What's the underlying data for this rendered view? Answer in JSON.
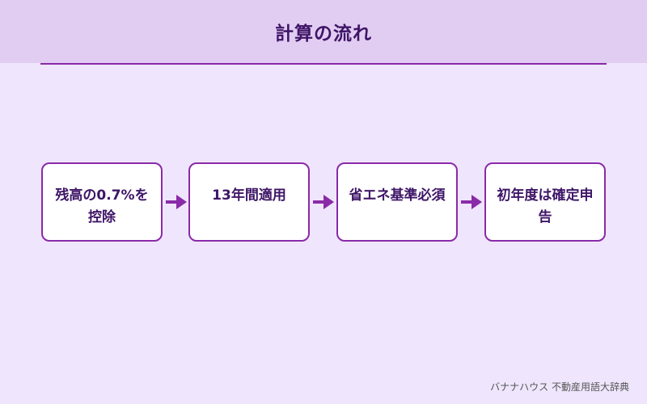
{
  "header": {
    "title": "計算の流れ"
  },
  "flow": {
    "steps": [
      {
        "label": "残高の0.7%を控除"
      },
      {
        "label": "13年間適用"
      },
      {
        "label": "省エネ基準必須"
      },
      {
        "label": "初年度は確定申告"
      }
    ],
    "arrow_icon": "arrow-right-icon"
  },
  "footer": {
    "credit": "バナナハウス 不動産用語大辞典"
  },
  "colors": {
    "background": "#efe6fd",
    "header_band": "#e2cdf2",
    "accent": "#8a2aa8",
    "text": "#3e1567"
  }
}
